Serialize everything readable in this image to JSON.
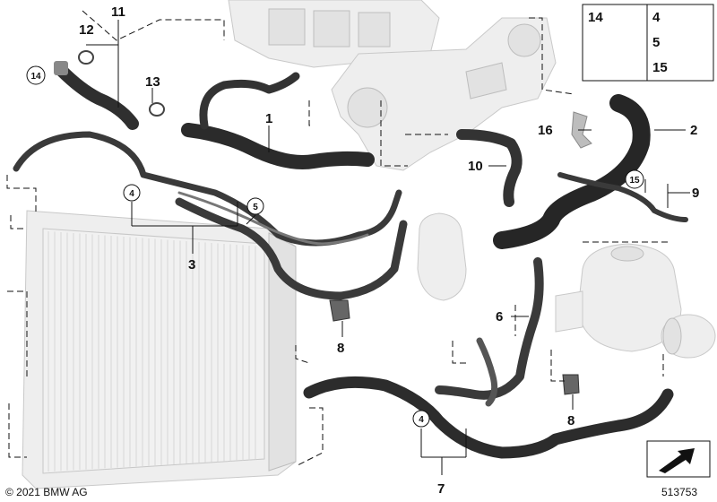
{
  "diagram": {
    "callouts": {
      "c1": "1",
      "c2": "2",
      "c3": "3",
      "c4a": "4",
      "c4b": "4",
      "c4c": "4",
      "c5a": "5",
      "c5b": "5",
      "c6": "6",
      "c7": "7",
      "c8a": "8",
      "c8b": "8",
      "c9": "9",
      "c10": "10",
      "c11": "11",
      "c12": "12",
      "c13": "13",
      "c14a": "14",
      "c14b": "14",
      "c15a": "15",
      "c15b": "15",
      "c16": "16"
    },
    "copyright": "© 2021 BMW AG",
    "diagram_number": "513753"
  },
  "colors": {
    "hose_dark": "#2b2b2b",
    "hose_light": "#6a6a6a",
    "ghost_part": "#e9e9e9",
    "line": "#111111"
  }
}
